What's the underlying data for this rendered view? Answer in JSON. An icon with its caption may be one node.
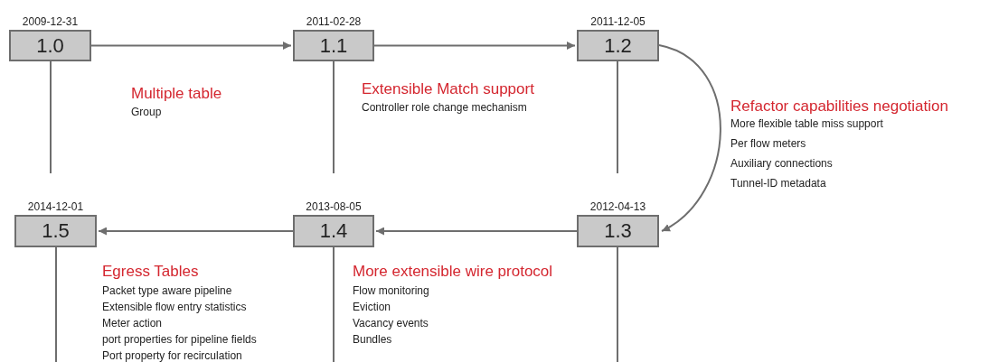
{
  "diagram": {
    "nodes": [
      {
        "text": [
          "1.0"
        ],
        "beside": [
          "2009-12-31"
        ]
      },
      {
        "text": [
          "1.1"
        ],
        "beside": [
          "2011-02-28"
        ]
      },
      {
        "text": [
          "1.2"
        ],
        "beside": [
          "2011-12-05"
        ]
      },
      {
        "text": [
          "1.3"
        ],
        "beside": [
          "2012-04-13"
        ]
      },
      {
        "text": [
          "1.4"
        ],
        "beside": [
          "2013-08-05"
        ]
      },
      {
        "text": [
          "1.5"
        ],
        "beside": [
          "2014-12-01"
        ]
      }
    ],
    "edges": [
      {
        "from": 0,
        "to": 1,
        "arrow": "to"
      },
      {
        "from": 1,
        "to": 2,
        "arrow": "to"
      },
      {
        "from": 2,
        "to": 3,
        "arrow": "to"
      },
      {
        "from": 3,
        "to": 4,
        "arrow": "to"
      },
      {
        "from": 4,
        "to": 5,
        "arrow": "to"
      }
    ],
    "labels": [
      "Multiple table",
      "Group",
      "Extensible Match support",
      "Controller role change mechanism",
      "Refactor capabilities negotiation",
      "More flexible table miss support",
      "Per flow meters",
      "Auxiliary connections",
      "Tunnel-ID metadata",
      "Egress Tables",
      "Packet type aware pipeline",
      "Extensible flow entry statistics",
      "Meter action",
      "port properties for pipeline fields",
      "Port property for recirculation",
      "More extensible wire protocol",
      "Flow monitoring",
      "Eviction",
      "Vacancy events",
      "Bundles"
    ]
  }
}
